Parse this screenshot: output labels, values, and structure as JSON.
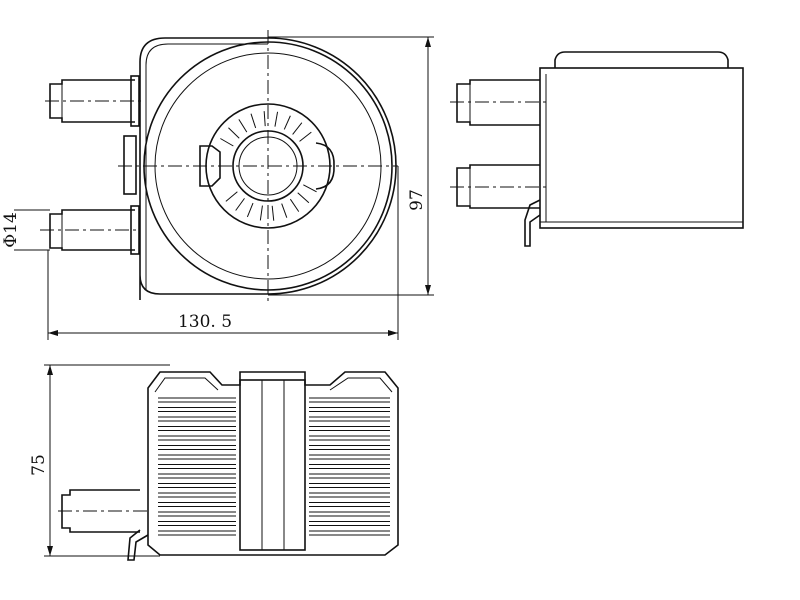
{
  "dimensions": {
    "height_front": "97",
    "width_front": "130. 5",
    "pipe_diameter": "Φ14",
    "height_section": "75"
  },
  "colors": {
    "line": "#111111",
    "background": "#ffffff"
  }
}
